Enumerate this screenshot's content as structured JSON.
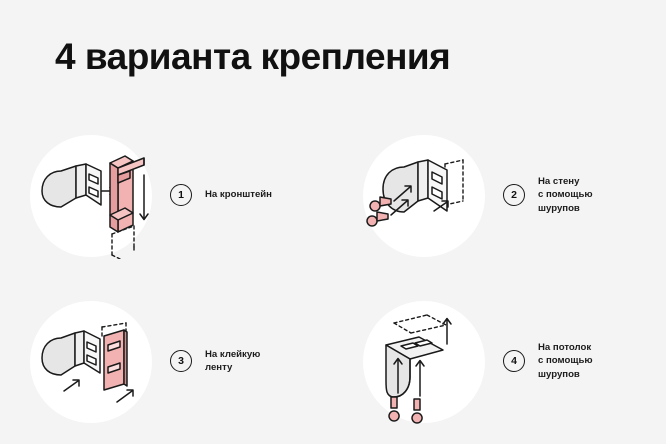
{
  "page": {
    "title": "4 варианта крепления",
    "background_color": "#f4f4f4",
    "accent_pink": "#f2b2b2",
    "neutral_gray": "#e2e2e2",
    "stroke_color": "#1a1a1a"
  },
  "options": [
    {
      "number": "1",
      "label": "На кронштейн",
      "illustration": "bracket-mount-illustration"
    },
    {
      "number": "2",
      "label": "На стену\nс помощью\nшурупов",
      "illustration": "wall-screw-mount-illustration"
    },
    {
      "number": "3",
      "label": "На клейкую\nленту",
      "illustration": "adhesive-tape-mount-illustration"
    },
    {
      "number": "4",
      "label": "На потолок\nс помощью\nшурупов",
      "illustration": "ceiling-screw-mount-illustration"
    }
  ]
}
